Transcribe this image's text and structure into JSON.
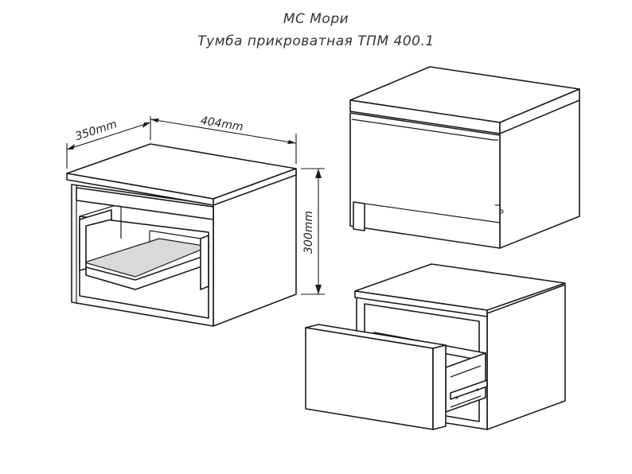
{
  "header": {
    "brand": "МС Мори",
    "product": "Тумба прикроватная ТПМ 400.1"
  },
  "dimensions": {
    "depth": "350mm",
    "width": "404mm",
    "height": "300mm"
  },
  "colors": {
    "line": "#1a1a1a",
    "shelf_fill": "#d9d9d9"
  }
}
